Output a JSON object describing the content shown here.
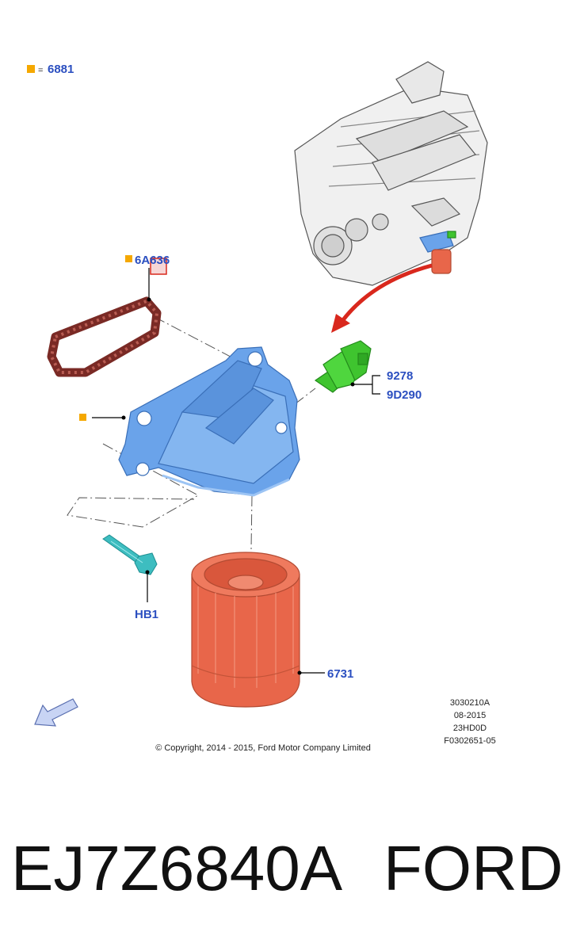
{
  "legend": {
    "marker_color": "#f5a800",
    "equals": "=",
    "code": "6881"
  },
  "callouts": {
    "gasket": "6A636",
    "sensor_a": "9278",
    "sensor_b": "9D290",
    "bolt": "HB1",
    "filter": "6731"
  },
  "info_block": [
    "3030210A",
    "08-2015",
    "23HD0D",
    "F0302651-05"
  ],
  "copyright": "© Copyright, 2014 - 2015, Ford Motor Company Limited",
  "footer": {
    "part_number": "EJ7Z6840A",
    "brand": "FORD"
  },
  "colors": {
    "callout": "#2b4fc0",
    "adapter": "#6aa3ea",
    "gasket": "#9b3b34",
    "sensor": "#3fc42f",
    "bolt": "#3dbdc0",
    "filter": "#e8664a",
    "arrow": "#d9281d"
  },
  "icons": [
    "engine-block",
    "oil-filter-adapter",
    "gasket",
    "oil-pressure-sensor",
    "bolt",
    "oil-filter",
    "direction-arrow"
  ]
}
